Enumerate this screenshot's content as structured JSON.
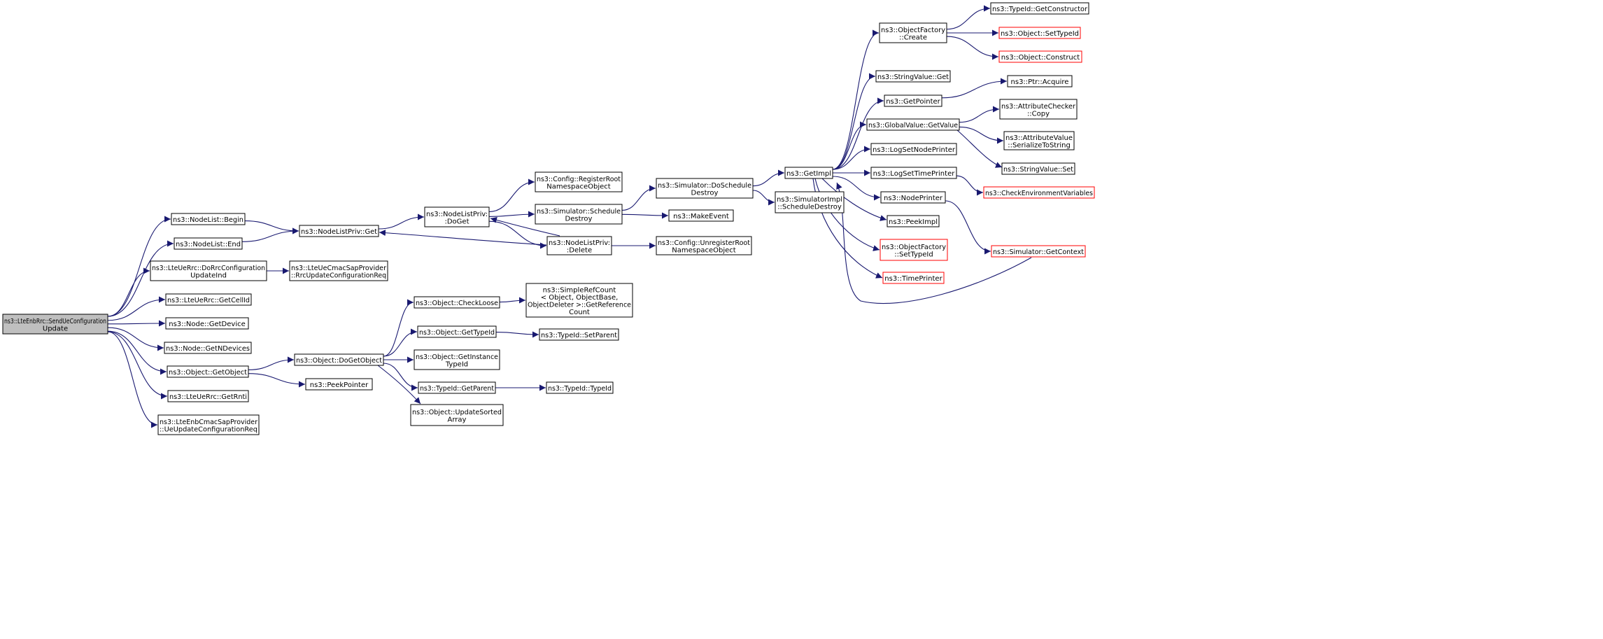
{
  "colors": {
    "edge": "#191970",
    "node_border": "#000000",
    "node_border_incomplete": "#ff0000",
    "root_fill": "#bfbfbf",
    "node_fill": "#ffffff"
  },
  "nodes": [
    {
      "id": "root",
      "lines": [
        "ns3::LteEnbRrc::SendUeConfiguration",
        "Update"
      ],
      "root": true
    },
    {
      "id": "nl_begin",
      "lines": [
        "ns3::NodeList::Begin"
      ]
    },
    {
      "id": "nl_end",
      "lines": [
        "ns3::NodeList::End"
      ]
    },
    {
      "id": "doRrc",
      "lines": [
        "ns3::LteUeRrc::DoRrcConfiguration",
        "UpdateInd"
      ]
    },
    {
      "id": "getCellId",
      "lines": [
        "ns3::LteUeRrc::GetCellId"
      ]
    },
    {
      "id": "getDevice",
      "lines": [
        "ns3::Node::GetDevice"
      ]
    },
    {
      "id": "getNDevices",
      "lines": [
        "ns3::Node::GetNDevices"
      ]
    },
    {
      "id": "getObject",
      "lines": [
        "ns3::Object::GetObject"
      ]
    },
    {
      "id": "getRnti",
      "lines": [
        "ns3::LteUeRrc::GetRnti"
      ]
    },
    {
      "id": "enbCmac",
      "lines": [
        "ns3::LteEnbCmacSapProvider",
        "::UeUpdateConfigurationReq"
      ]
    },
    {
      "id": "nlpGet",
      "lines": [
        "ns3::NodeListPriv::Get"
      ]
    },
    {
      "id": "ueCmac",
      "lines": [
        "ns3::LteUeCmacSapProvider",
        "::RrcUpdateConfigurationReq"
      ]
    },
    {
      "id": "doGetObject",
      "lines": [
        "ns3::Object::DoGetObject"
      ]
    },
    {
      "id": "peekPointer",
      "lines": [
        "ns3::PeekPointer"
      ]
    },
    {
      "id": "nlpDoGet",
      "lines": [
        "ns3::NodeListPriv:",
        ":DoGet"
      ]
    },
    {
      "id": "checkLoose",
      "lines": [
        "ns3::Object::CheckLoose"
      ]
    },
    {
      "id": "objGetTypeId",
      "lines": [
        "ns3::Object::GetTypeId"
      ]
    },
    {
      "id": "getInstanceTypeId",
      "lines": [
        "ns3::Object::GetInstance",
        "TypeId"
      ]
    },
    {
      "id": "tidGetParent",
      "lines": [
        "ns3::TypeId::GetParent"
      ]
    },
    {
      "id": "updateSorted",
      "lines": [
        "ns3::Object::UpdateSorted",
        "Array"
      ]
    },
    {
      "id": "regRoot",
      "lines": [
        "ns3::Config::RegisterRoot",
        "NamespaceObject"
      ]
    },
    {
      "id": "schedDestroy",
      "lines": [
        "ns3::Simulator::Schedule",
        "Destroy"
      ]
    },
    {
      "id": "nlpDelete",
      "lines": [
        "ns3::NodeListPriv:",
        ":Delete"
      ]
    },
    {
      "id": "simpleRef",
      "lines": [
        "ns3::SimpleRefCount",
        "< Object, ObjectBase,",
        " ObjectDeleter >::GetReference",
        "Count"
      ]
    },
    {
      "id": "tidSetParent",
      "lines": [
        "ns3::TypeId::SetParent"
      ]
    },
    {
      "id": "tidTypeId",
      "lines": [
        "ns3::TypeId::TypeId"
      ]
    },
    {
      "id": "doSchedDestroy",
      "lines": [
        "ns3::Simulator::DoSchedule",
        "Destroy"
      ]
    },
    {
      "id": "makeEvent",
      "lines": [
        "ns3::MakeEvent"
      ]
    },
    {
      "id": "unregRoot",
      "lines": [
        "ns3::Config::UnregisterRoot",
        "NamespaceObject"
      ]
    },
    {
      "id": "getImpl",
      "lines": [
        "ns3::GetImpl"
      ]
    },
    {
      "id": "implSchedDestroy",
      "lines": [
        "ns3::SimulatorImpl",
        "::ScheduleDestroy"
      ]
    },
    {
      "id": "ofCreate",
      "lines": [
        "ns3::ObjectFactory",
        "::Create"
      ]
    },
    {
      "id": "strValGet",
      "lines": [
        "ns3::StringValue::Get"
      ]
    },
    {
      "id": "getPointer",
      "lines": [
        "ns3::GetPointer"
      ]
    },
    {
      "id": "gvGetValue",
      "lines": [
        "ns3::GlobalValue::GetValue"
      ]
    },
    {
      "id": "logSetNode",
      "lines": [
        "ns3::LogSetNodePrinter"
      ]
    },
    {
      "id": "logSetTime",
      "lines": [
        "ns3::LogSetTimePrinter"
      ]
    },
    {
      "id": "nodePrinter",
      "lines": [
        "ns3::NodePrinter"
      ]
    },
    {
      "id": "peekImpl",
      "lines": [
        "ns3::PeekImpl"
      ]
    },
    {
      "id": "ofSetTypeId",
      "lines": [
        "ns3::ObjectFactory",
        "::SetTypeId"
      ],
      "incomplete": true
    },
    {
      "id": "timePrinter",
      "lines": [
        "ns3::TimePrinter"
      ],
      "incomplete": true
    },
    {
      "id": "tidGetCtor",
      "lines": [
        "ns3::TypeId::GetConstructor"
      ]
    },
    {
      "id": "objSetTypeId",
      "lines": [
        "ns3::Object::SetTypeId"
      ],
      "incomplete": true
    },
    {
      "id": "objConstruct",
      "lines": [
        "ns3::Object::Construct"
      ],
      "incomplete": true
    },
    {
      "id": "ptrAcquire",
      "lines": [
        "ns3::Ptr::Acquire"
      ]
    },
    {
      "id": "attrCheckerCopy",
      "lines": [
        "ns3::AttributeChecker",
        "::Copy"
      ]
    },
    {
      "id": "attrValSerialize",
      "lines": [
        "ns3::AttributeValue",
        "::SerializeToString"
      ]
    },
    {
      "id": "strValSet",
      "lines": [
        "ns3::StringValue::Set"
      ]
    },
    {
      "id": "checkEnv",
      "lines": [
        "ns3::CheckEnvironmentVariables"
      ],
      "incomplete": true
    },
    {
      "id": "simGetContext",
      "lines": [
        "ns3::Simulator::GetContext"
      ],
      "incomplete": true
    }
  ],
  "edges": [
    [
      "root",
      "nl_begin"
    ],
    [
      "root",
      "nl_end"
    ],
    [
      "root",
      "doRrc"
    ],
    [
      "root",
      "getCellId"
    ],
    [
      "root",
      "getDevice"
    ],
    [
      "root",
      "getNDevices"
    ],
    [
      "root",
      "getObject"
    ],
    [
      "root",
      "getRnti"
    ],
    [
      "root",
      "enbCmac"
    ],
    [
      "nl_begin",
      "nlpGet"
    ],
    [
      "nl_end",
      "nlpGet"
    ],
    [
      "doRrc",
      "ueCmac"
    ],
    [
      "getObject",
      "doGetObject"
    ],
    [
      "getObject",
      "peekPointer"
    ],
    [
      "nlpGet",
      "nlpDoGet"
    ],
    [
      "doGetObject",
      "checkLoose"
    ],
    [
      "doGetObject",
      "objGetTypeId"
    ],
    [
      "doGetObject",
      "getInstanceTypeId"
    ],
    [
      "doGetObject",
      "tidGetParent"
    ],
    [
      "doGetObject",
      "updateSorted"
    ],
    [
      "nlpDoGet",
      "regRoot"
    ],
    [
      "nlpDoGet",
      "schedDestroy"
    ],
    [
      "nlpDoGet",
      "nlpDelete"
    ],
    [
      "checkLoose",
      "simpleRef"
    ],
    [
      "objGetTypeId",
      "tidSetParent"
    ],
    [
      "tidGetParent",
      "tidTypeId"
    ],
    [
      "schedDestroy",
      "doSchedDestroy"
    ],
    [
      "schedDestroy",
      "makeEvent"
    ],
    [
      "nlpDelete",
      "nlpGet"
    ],
    [
      "nlpDelete",
      "nlpDoGet"
    ],
    [
      "nlpDelete",
      "unregRoot"
    ],
    [
      "doSchedDestroy",
      "getImpl"
    ],
    [
      "doSchedDestroy",
      "implSchedDestroy"
    ],
    [
      "getImpl",
      "ofCreate"
    ],
    [
      "getImpl",
      "strValGet"
    ],
    [
      "getImpl",
      "getPointer"
    ],
    [
      "getImpl",
      "gvGetValue"
    ],
    [
      "getImpl",
      "logSetNode"
    ],
    [
      "getImpl",
      "logSetTime"
    ],
    [
      "getImpl",
      "nodePrinter"
    ],
    [
      "getImpl",
      "peekImpl"
    ],
    [
      "getImpl",
      "ofSetTypeId"
    ],
    [
      "getImpl",
      "timePrinter"
    ],
    [
      "ofCreate",
      "tidGetCtor"
    ],
    [
      "ofCreate",
      "objSetTypeId"
    ],
    [
      "ofCreate",
      "objConstruct"
    ],
    [
      "getPointer",
      "ptrAcquire"
    ],
    [
      "gvGetValue",
      "attrCheckerCopy"
    ],
    [
      "gvGetValue",
      "attrValSerialize"
    ],
    [
      "gvGetValue",
      "strValSet"
    ],
    [
      "logSetTime",
      "checkEnv"
    ],
    [
      "nodePrinter",
      "simGetContext"
    ],
    [
      "simGetContext",
      "getImpl"
    ]
  ]
}
